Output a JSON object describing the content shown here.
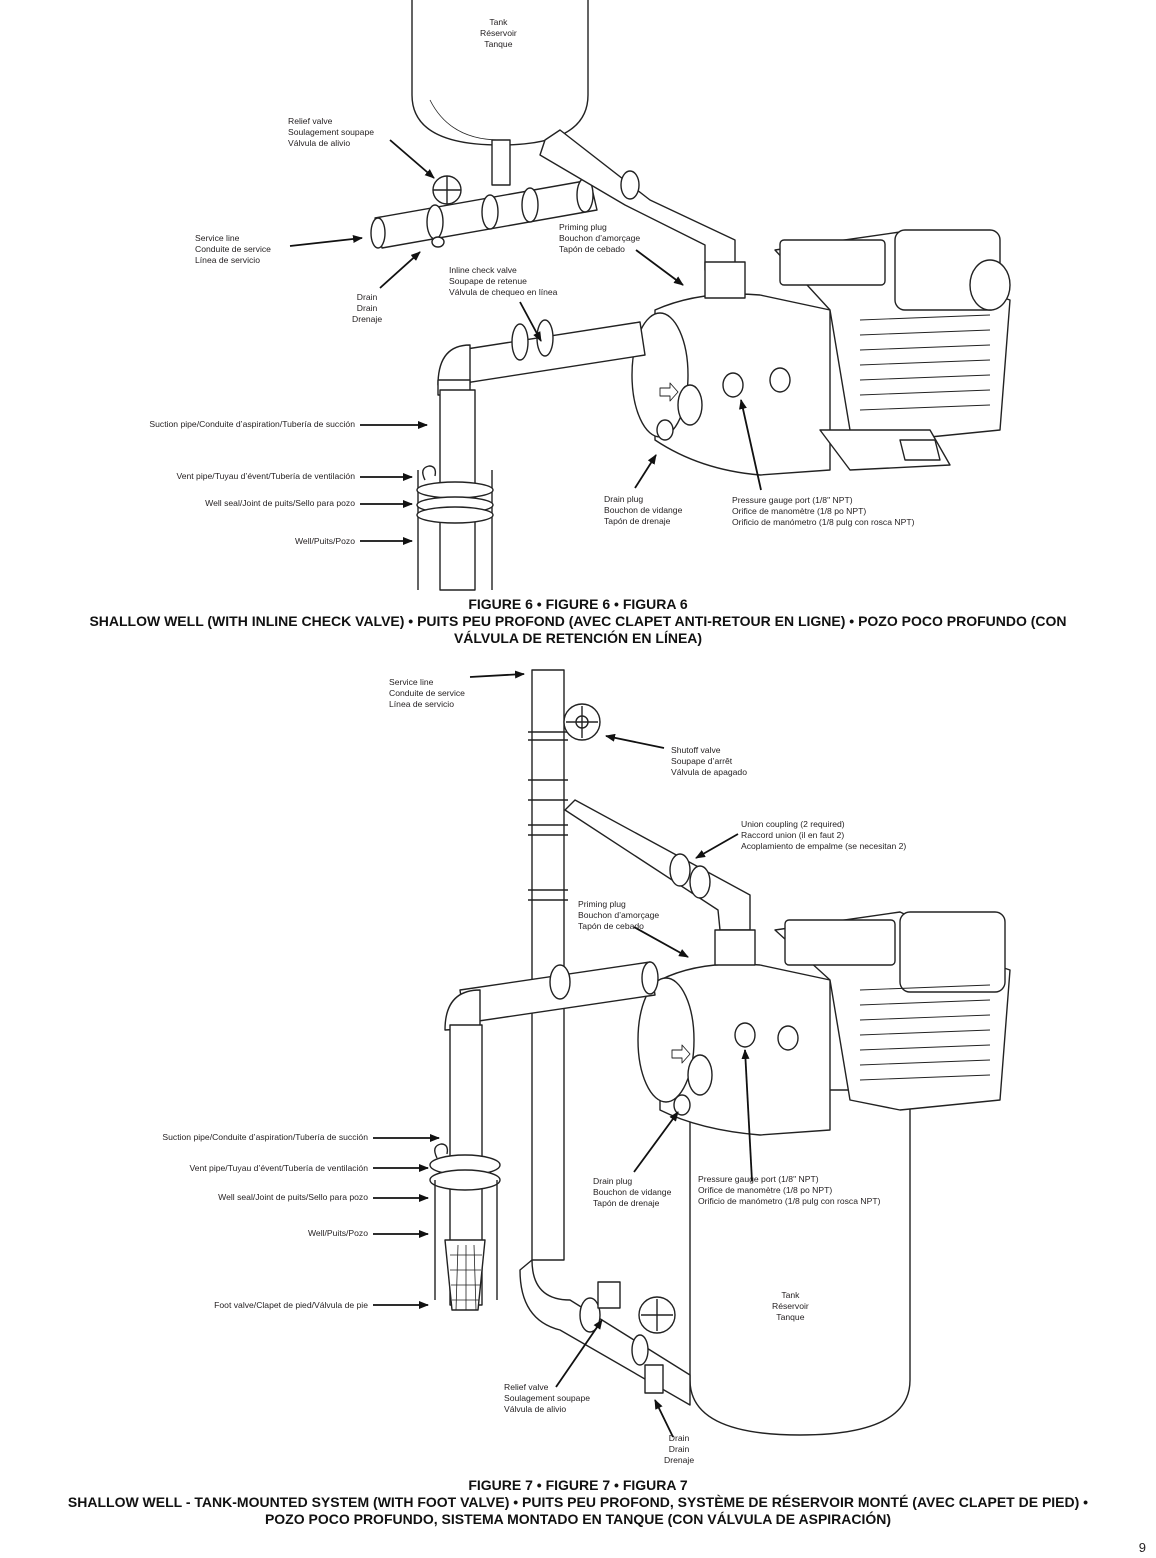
{
  "figure6": {
    "labels": {
      "tank": [
        "Tank",
        "Réservoir",
        "Tanque"
      ],
      "relief_valve": [
        "Relief valve",
        "Soulagement soupape",
        "Válvula de alivio"
      ],
      "service_line": [
        "Service line",
        "Conduite de service",
        "Línea de servicio"
      ],
      "drain": [
        "Drain",
        "Drain",
        "Drenaje"
      ],
      "priming_plug": [
        "Priming plug",
        "Bouchon d’amorçage",
        "Tapón de cebado"
      ],
      "inline_check_valve": [
        "Inline check valve",
        "Soupape de retenue",
        "Válvula de chequeo en línea"
      ],
      "suction_pipe": "Suction pipe/Conduite d’aspiration/Tubería de succión",
      "vent_pipe": "Vent pipe/Tuyau d’évent/Tubería de ventilación",
      "well_seal": "Well seal/Joint de puits/Sello para pozo",
      "well": "Well/Puits/Pozo",
      "drain_plug": [
        "Drain plug",
        "Bouchon de vidange",
        "Tapón de drenaje"
      ],
      "pressure_gauge": [
        "Pressure gauge port (1/8\" NPT)",
        "Orifice de manomètre (1/8 po NPT)",
        "Orificio de manómetro (1/8 pulg con rosca NPT)"
      ]
    },
    "caption": {
      "line1": "FIGURE 6 • FIGURE 6 • FIGURA 6",
      "line2": "SHALLOW WELL (WITH INLINE CHECK VALVE) • PUITS PEU PROFOND (AVEC CLAPET ANTI-RETOUR EN LIGNE) • POZO POCO PROFUNDO (CON",
      "line3": "VÁLVULA DE RETENCIÓN EN LÍNEA)"
    }
  },
  "figure7": {
    "labels": {
      "service_line": [
        "Service line",
        "Conduite de service",
        "Línea de servicio"
      ],
      "shutoff_valve": [
        "Shutoff valve",
        "Soupape d’arrêt",
        "Válvula de apagado"
      ],
      "union_coupling": [
        "Union coupling (2 required)",
        "Raccord union (il en faut 2)",
        "Acoplamiento de empalme (se necesitan 2)"
      ],
      "priming_plug": [
        "Priming plug",
        "Bouchon d’amorçage",
        "Tapón de cebado"
      ],
      "suction_pipe": "Suction pipe/Conduite d’aspiration/Tubería de succión",
      "vent_pipe": "Vent pipe/Tuyau d’évent/Tubería de ventilación",
      "well_seal": "Well seal/Joint de puits/Sello para pozo",
      "well": "Well/Puits/Pozo",
      "foot_valve": "Foot valve/Clapet de pied/Válvula de pie",
      "drain_plug": [
        "Drain plug",
        "Bouchon de vidange",
        "Tapón de drenaje"
      ],
      "pressure_gauge": [
        "Pressure gauge port (1/8\" NPT)",
        "Orifice de manomètre (1/8 po NPT)",
        "Orificio de manómetro (1/8 pulg con rosca NPT)"
      ],
      "tank": [
        "Tank",
        "Réservoir",
        "Tanque"
      ],
      "relief_valve": [
        "Relief valve",
        "Soulagement soupape",
        "Válvula de alivio"
      ],
      "drain": [
        "Drain",
        "Drain",
        "Drenaje"
      ]
    },
    "caption": {
      "line1": "FIGURE 7 • FIGURE 7 • FIGURA 7",
      "line2": "SHALLOW WELL - TANK-MOUNTED SYSTEM (WITH FOOT VALVE) • PUITS PEU PROFOND, SYSTÈME DE RÉSERVOIR MONTÉ (AVEC CLAPET DE PIED) •",
      "line3": "POZO POCO PROFUNDO, SISTEMA MONTADO EN TANQUE (CON VÁLVULA DE ASPIRACIÓN)"
    }
  },
  "page_number": "9"
}
